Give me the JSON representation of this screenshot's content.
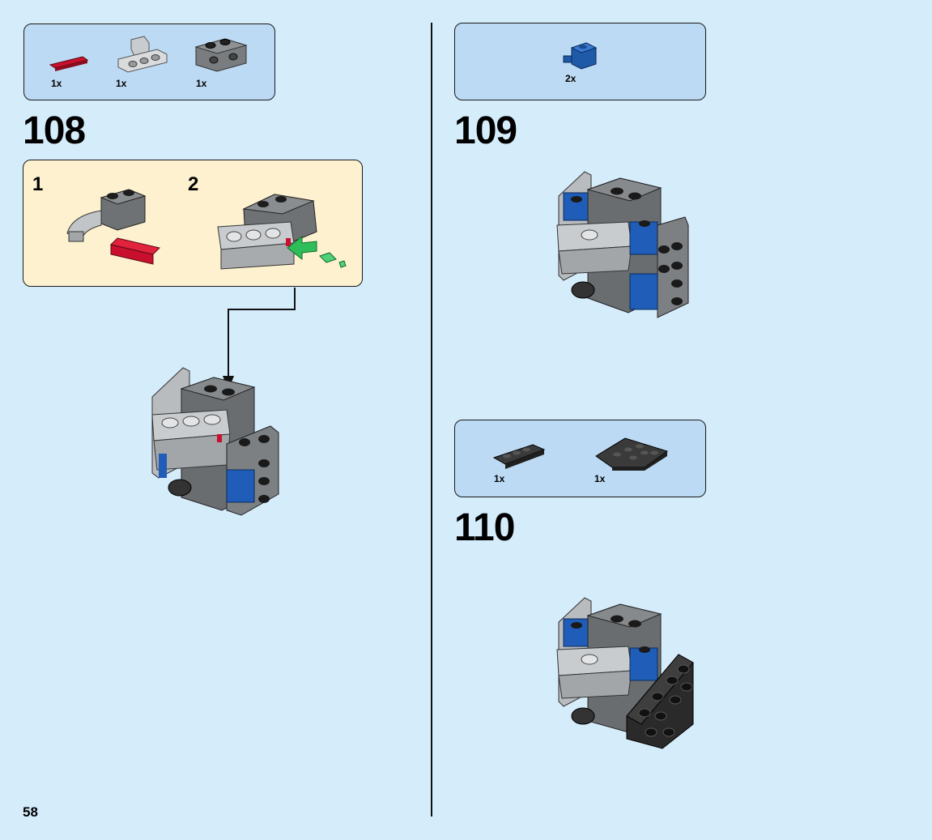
{
  "page_number": "58",
  "step108": {
    "number": "108",
    "parts": [
      {
        "name": "red-axle-pin",
        "qty": "1x",
        "color": "#c8102e"
      },
      {
        "name": "light-gray-beam-connector",
        "qty": "1x",
        "color": "#a0a5a9"
      },
      {
        "name": "dark-gray-technic-brick",
        "qty": "1x",
        "color": "#6b6e70"
      }
    ],
    "substeps": [
      {
        "label": "1"
      },
      {
        "label": "2"
      }
    ]
  },
  "step109": {
    "number": "109",
    "parts": [
      {
        "name": "blue-brick-clip",
        "qty": "2x",
        "color": "#1e5aa8"
      }
    ]
  },
  "step110": {
    "number": "110",
    "parts": [
      {
        "name": "black-plate-1x4",
        "qty": "1x",
        "color": "#222222"
      },
      {
        "name": "black-wedge-plate",
        "qty": "1x",
        "color": "#222222"
      }
    ]
  },
  "colors": {
    "background": "#d5ecfb",
    "parts_box": "#bcdaf3",
    "subassembly_box": "#fdf1cf",
    "arrow_green": "#2ebd59"
  }
}
